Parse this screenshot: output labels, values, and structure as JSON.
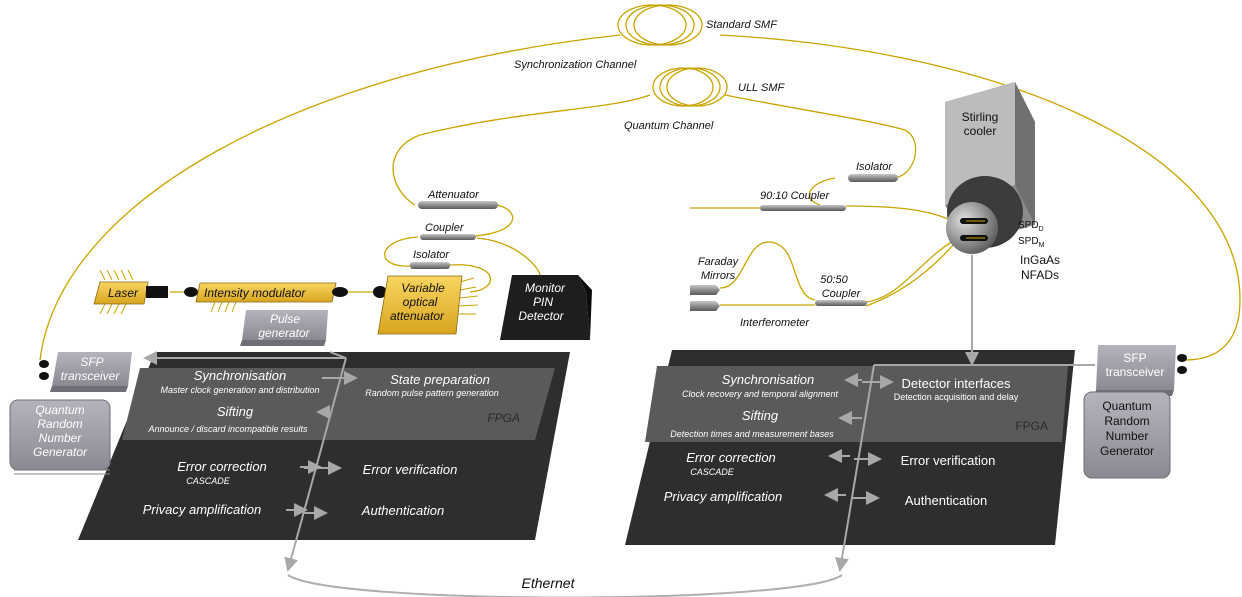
{
  "fibers": {
    "standard_smf": "Standard SMF",
    "sync_channel": "Synchronization Channel",
    "ull_smf": "ULL SMF",
    "quantum_channel": "Quantum Channel"
  },
  "alice": {
    "attenuator": "Attenuator",
    "coupler": "Coupler",
    "isolator": "Isolator",
    "laser": "Laser",
    "intensity_modulator": "Intensity modulator",
    "voa": [
      "Variable",
      "optical",
      "attenuator"
    ],
    "monitor": [
      "Monitor",
      "PIN",
      "Detector"
    ],
    "pulse_gen": [
      "Pulse",
      "generator"
    ],
    "sfp": [
      "SFP",
      "transceiver"
    ],
    "qrng": [
      "Quantum",
      "Random",
      "Number",
      "Generator"
    ],
    "fpga": {
      "label": "FPGA",
      "sync_title": "Synchronisation",
      "sync_sub": "Master clock generation and distribution",
      "state_title": "State preparation",
      "state_sub": "Random pulse pattern generation",
      "sift_title": "Sifting",
      "sift_sub": "Announce / discard incompatible results"
    },
    "error_correction": "Error correction",
    "cascade": "CASCADE",
    "error_verification": "Error verification",
    "privacy": "Privacy amplification",
    "authentication": "Authentication"
  },
  "bob": {
    "stirling": [
      "Stirling",
      "cooler"
    ],
    "isolator": "Isolator",
    "coupler_9010": "90:10 Coupler",
    "spd_d": "SPD",
    "spd_d_sub": "D",
    "spd_m": "SPD",
    "spd_m_sub": "M",
    "nfads": [
      "InGaAs",
      "NFADs"
    ],
    "faraday": [
      "Faraday",
      "Mirrors"
    ],
    "coupler_5050": [
      "50:50",
      "Coupler"
    ],
    "interferometer": "Interferometer",
    "sfp": [
      "SFP",
      "transceiver"
    ],
    "qrng": [
      "Quantum",
      "Random",
      "Number",
      "Generator"
    ],
    "fpga": {
      "label": "FPGA",
      "sync_title": "Synchronisation",
      "sync_sub": "Clock recovery and temporal alignment",
      "det_title": "Detector interfaces",
      "det_sub": "Detection acquisition and delay",
      "sift_title": "Sifting",
      "sift_sub": "Detection times and measurement bases"
    },
    "error_correction": "Error correction",
    "cascade": "CASCADE",
    "error_verification": "Error verification",
    "privacy": "Privacy amplification",
    "authentication": "Authentication"
  },
  "ethernet": "Ethernet",
  "colors": {
    "fiber": "#c9a400",
    "board": "#2e2e2e",
    "fpga_panel": "#5a5a5a",
    "gold": "#f2c53a",
    "grey_box": "#9a9aa2",
    "arrow": "#9a9a9a"
  }
}
